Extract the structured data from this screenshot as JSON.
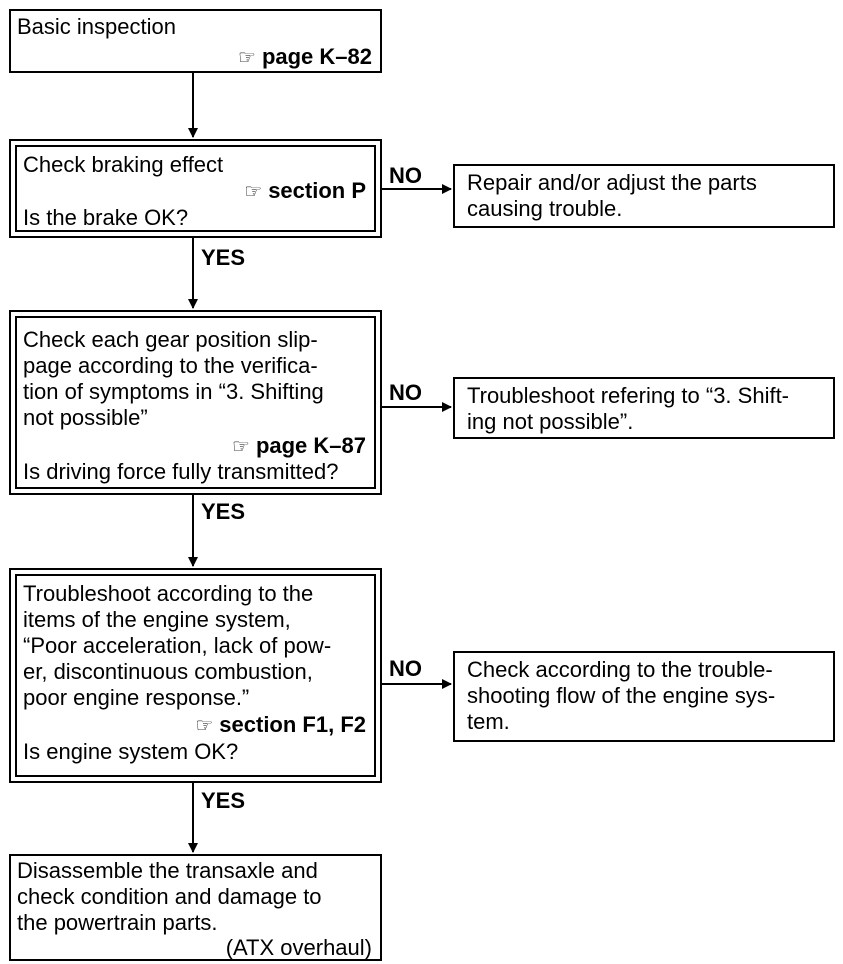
{
  "steps": {
    "basic": {
      "text": "Basic inspection",
      "ref": "page K–82"
    },
    "braking": {
      "lines": [
        "Check braking effect"
      ],
      "ref": "section P",
      "question": "Is the brake OK?"
    },
    "gear": {
      "lines": [
        "Check each gear position slip-",
        "page according to the verifica-",
        "tion of symptoms in “3. Shifting",
        "not possible”"
      ],
      "ref": "page K–87",
      "question": "Is driving force fully transmitted?"
    },
    "engine": {
      "lines": [
        "Troubleshoot according to the",
        "items of the engine system,",
        "“Poor acceleration, lack of pow-",
        "er, discontinuous combustion,",
        "poor engine response.”"
      ],
      "ref": "section F1, F2",
      "question": "Is engine system OK?"
    },
    "final": {
      "lines": [
        "Disassemble the transaxle and",
        "check condition and damage to",
        "the powertrain parts."
      ],
      "note": "(ATX overhaul)"
    }
  },
  "results": {
    "braking_no": [
      "Repair and/or adjust the parts",
      "causing trouble."
    ],
    "gear_no": [
      "Troubleshoot refering to “3. Shift-",
      "ing not possible”."
    ],
    "engine_no": [
      "Check according to the trouble-",
      "shooting flow of the engine sys-",
      "tem."
    ]
  },
  "labels": {
    "yes": "YES",
    "no": "NO"
  },
  "icons": {
    "reference": "pointing-hand-icon"
  }
}
